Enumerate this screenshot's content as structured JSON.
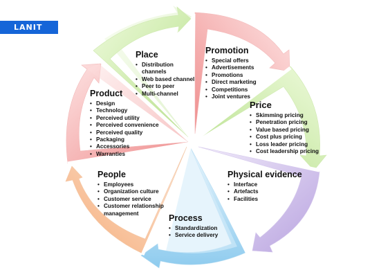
{
  "logo": {
    "text": "LANIT"
  },
  "segments": [
    {
      "id": "place",
      "title": "Place",
      "items": [
        "Distribution channels",
        "Web based channel",
        "Peer to peer",
        "Multi-channel"
      ],
      "color": "#d8f0b4"
    },
    {
      "id": "promotion",
      "title": "Promotion",
      "items": [
        "Special offers",
        "Advertisements",
        "Promotions",
        "Direct marketing",
        "Competitions",
        "Joint ventures"
      ],
      "color": "#f8c4c4"
    },
    {
      "id": "price",
      "title": "Price",
      "items": [
        "Skimming pricing",
        "Penetration pricing",
        "Value based pricing",
        "Cost plus pricing",
        "Loss leader pricing",
        "Cost leadership pricing"
      ],
      "color": "#d8f0b4"
    },
    {
      "id": "physical-evidence",
      "title": "Physical evidence",
      "items": [
        "Interface",
        "Artefacts",
        "Facilities"
      ],
      "color": "#ddd0ef"
    },
    {
      "id": "process",
      "title": "Process",
      "items": [
        "Standardization",
        "Service delivery"
      ],
      "color": "#c6e4f6"
    },
    {
      "id": "people",
      "title": "People",
      "items": [
        "Employees",
        "Organization culture",
        "Customer service",
        "Customer relationship management"
      ],
      "color": "#fbd3b6"
    },
    {
      "id": "product",
      "title": "Product",
      "items": [
        "Design",
        "Technology",
        "Perceived utility",
        "Perceived convenience",
        "Perceived quality",
        "Packaging",
        "Accessories",
        "Warranties"
      ],
      "color": "#f8c4c4"
    }
  ]
}
